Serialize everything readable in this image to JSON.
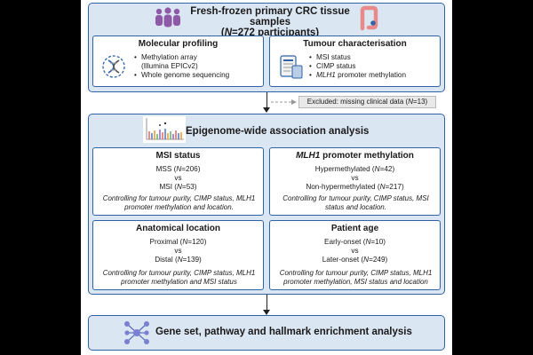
{
  "header": {
    "title_line1": "Fresh-frozen primary CRC tissue samples",
    "title_line2_open": "(",
    "title_line2_n": "N",
    "title_line2_rest": "=272 participants)"
  },
  "molecular": {
    "title": "Molecular profiling",
    "items": [
      "Methylation array",
      "(Illumina EPICv2)",
      "Whole genome sequencing"
    ]
  },
  "tumour": {
    "title": "Tumour characterisation",
    "items": [
      "MSI status",
      "CIMP status"
    ],
    "item3_gene": "MLH1",
    "item3_rest": " promoter methylation"
  },
  "excluded": {
    "label": "Excluded: missing clinical data (",
    "n": "N",
    "rest": "=13)"
  },
  "ewas": {
    "title": "Epigenome-wide association analysis"
  },
  "msi": {
    "title": "MSI status",
    "line1_pre": "MSS (",
    "line1_post": "=206)",
    "vs": "vs",
    "line2_pre": "MSI (",
    "line2_post": "=53)",
    "note": "Controlling for tumour purity, CIMP status, MLH1 promoter methylation and location."
  },
  "mlh1": {
    "title_gene": "MLH1",
    "title_rest": " promoter methylation",
    "line1_pre": "Hypermethylated (",
    "line1_post": "=42)",
    "vs": "vs",
    "line2_pre": "Non-hypermethylated (",
    "line2_post": "=217)",
    "note": "Controlling for tumour purity, CIMP status, MSI status and location."
  },
  "location": {
    "title": "Anatomical location",
    "line1_pre": "Proximal (",
    "line1_post": "=120)",
    "vs": "vs",
    "line2_pre": "Distal (",
    "line2_post": "=139)",
    "note": "Controlling for tumour purity, CIMP status, MLH1 promoter methylation and MSI status"
  },
  "age": {
    "title": "Patient age",
    "line1_pre": "Early-onset (",
    "line1_post": "=10)",
    "vs": "vs",
    "line2_pre": "Later-onset (",
    "line2_post": "=249)",
    "note": "Controlling for tumour purity, CIMP status, MLH1 promoter methylation, MSI status and location"
  },
  "n_symbol": "N",
  "enrichment": {
    "title": "Gene set, pathway and hallmark enrichment analysis"
  },
  "colors": {
    "accent": "#2f63a6",
    "fill": "#dbe6f3",
    "people": "#8e5aa8",
    "colon": "#e98a8a"
  }
}
